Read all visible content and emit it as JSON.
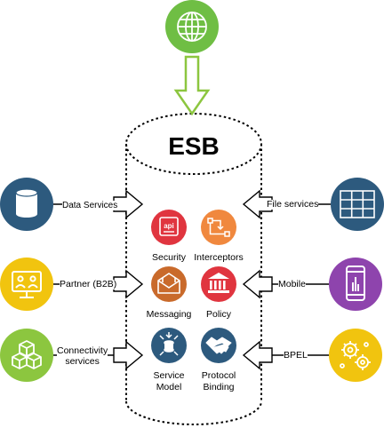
{
  "title": "ESB",
  "left_labels": {
    "data_services": "Data Services",
    "partner": "Partner (B2B)",
    "connectivity": [
      "Connectivity",
      "services"
    ]
  },
  "right_labels": {
    "file_services": "File services",
    "mobile": "Mobile",
    "bpel": "BPEL"
  },
  "services": {
    "security": "Security",
    "interceptors": "Interceptors",
    "messaging": "Messaging",
    "policy": "Policy",
    "service_model": [
      "Service",
      "Model"
    ],
    "protocol_binding": [
      "Protocol",
      "Binding"
    ]
  },
  "icon_text": {
    "api": "api"
  },
  "colors": {
    "globe": "#6fbe44",
    "data_services": "#2d5a7e",
    "partner": "#f1c40f",
    "connectivity": "#8cc63f",
    "file_services": "#2d5a7e",
    "mobile": "#8e44ad",
    "bpel": "#f1c40f",
    "security": "#e0353f",
    "interceptors": "#f0883e",
    "messaging": "#c96a2b",
    "policy": "#e0353f",
    "service_model": "#2d5a7e",
    "protocol_binding": "#2d5a7e",
    "arrow_top": "#8cc63f"
  },
  "icons": {
    "globe": "globe-icon",
    "data_services": "database-icon",
    "partner": "partners-screen-icon",
    "connectivity": "cubes-icon",
    "file_services": "server-rack-icon",
    "mobile": "smartphone-icon",
    "bpel": "gears-icon",
    "security": "api-icon",
    "interceptors": "flow-icon",
    "messaging": "envelope-icon",
    "policy": "courthouse-icon",
    "service_model": "database-arrows-icon",
    "protocol_binding": "handshake-icon"
  }
}
